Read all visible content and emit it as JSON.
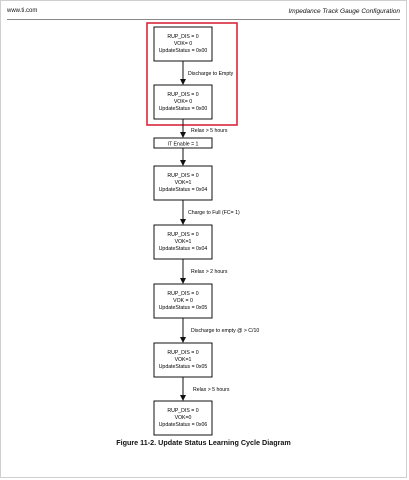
{
  "header": {
    "left": "www.ti.com",
    "right": "Impedance Track Gauge Configuration"
  },
  "diagram": {
    "states": [
      {
        "lines": [
          "RUP_DIS = 0",
          "VOK= 0",
          "UpdateStatus = 0x00"
        ]
      },
      {
        "lines": [
          "RUP_DIS = 0",
          "VOK= 0",
          "UpdateStatus = 0x00"
        ]
      },
      {
        "lines": [
          "IT Enable = 1"
        ]
      },
      {
        "lines": [
          "RUP_DIS = 0",
          "VOK=1",
          "UpdateStatus = 0x04"
        ]
      },
      {
        "lines": [
          "RUP_DIS = 0",
          "VOK=1",
          "UpdateStatus = 0x04"
        ]
      },
      {
        "lines": [
          "RUP_DIS = 0",
          "VOK = 0",
          "UpdateStatus = 0x05"
        ]
      },
      {
        "lines": [
          "RUP_DIS = 0",
          "VOK=1",
          "UpdateStatus = 0x05"
        ]
      },
      {
        "lines": [
          "RUP_DIS = 0",
          "VOK=0",
          "UpdateStatus = 0x06"
        ]
      }
    ],
    "transitions": [
      "Discharge to Empty",
      "Relax > 5 hours",
      "",
      "Charge to Full (FC= 1)",
      "Relax > 2 hours",
      "Discharge to empty @ > C/10",
      "Relax > 5 hours"
    ],
    "highlight_color": "#d9263b"
  },
  "caption": "Figure 11-2. Update Status Learning Cycle Diagram"
}
